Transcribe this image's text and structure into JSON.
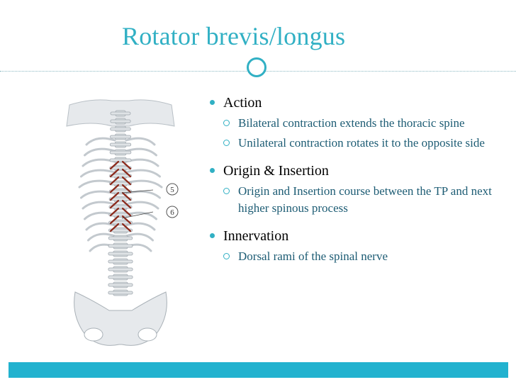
{
  "title": "Rotator brevis/longus",
  "colors": {
    "accent": "#31b0c4",
    "sub_text": "#1d5c74",
    "bar": "#22b2cf",
    "muscle": "#8b2a1c"
  },
  "figure": {
    "callouts": [
      "5",
      "6"
    ]
  },
  "sections": [
    {
      "heading": "Action",
      "items": [
        "Bilateral contraction extends the thoracic spine",
        "Unilateral contraction rotates it to the opposite side"
      ]
    },
    {
      "heading": "Origin & Insertion",
      "items": [
        "Origin and Insertion course between the TP and next higher spinous process"
      ]
    },
    {
      "heading": "Innervation",
      "items": [
        "Dorsal rami of the spinal nerve"
      ]
    }
  ]
}
